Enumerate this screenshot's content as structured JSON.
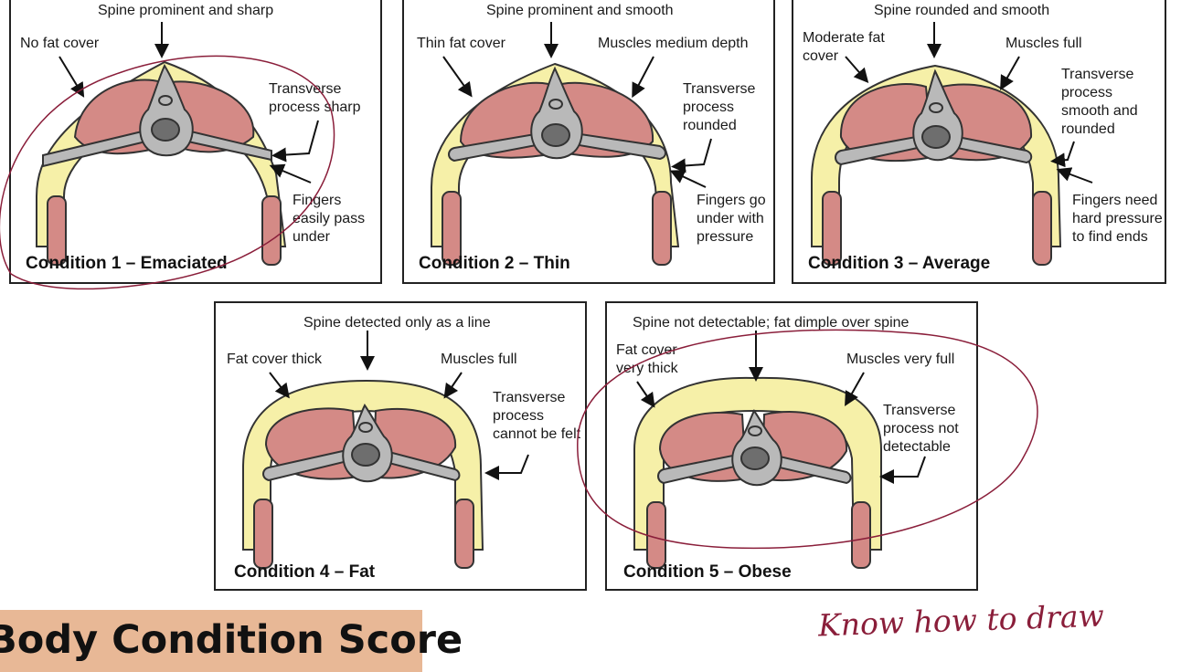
{
  "panels": [
    {
      "title": "Condition 1 – Emaciated",
      "spine_label": "Spine prominent and sharp",
      "left_label": "No fat cover",
      "right_label": "",
      "tp_label": "Transverse process sharp",
      "finger_label": "Fingers easily pass under"
    },
    {
      "title": "Condition 2 – Thin",
      "spine_label": "Spine prominent and smooth",
      "left_label": "Thin fat cover",
      "right_label": "Muscles medium depth",
      "tp_label": "Transverse process rounded",
      "finger_label": "Fingers go under with pressure"
    },
    {
      "title": "Condition 3 – Average",
      "spine_label": "Spine rounded and smooth",
      "left_label": "Moderate fat cover",
      "right_label": "Muscles full",
      "tp_label": "Transverse process smooth and rounded",
      "finger_label": "Fingers need hard pressure to find ends"
    },
    {
      "title": "Condition 4 – Fat",
      "spine_label": "Spine detected only as a line",
      "left_label": "Fat cover thick",
      "right_label": "Muscles full",
      "tp_label": "Transverse process cannot be felt",
      "finger_label": ""
    },
    {
      "title": "Condition 5 – Obese",
      "spine_label": "Spine not detectable; fat dimple over spine",
      "left_label": "Fat cover very thick",
      "right_label": "Muscles very full",
      "tp_label": "Transverse process not detectable",
      "finger_label": ""
    }
  ],
  "heading": "Body Condition Score",
  "handwritten_note": "Know how to draw",
  "colors": {
    "fat": "#f6f0a8",
    "muscle": "#d48a86",
    "bone": "#b9b9b9",
    "bone_dark": "#6e6e6e",
    "title_box": "#e8b896",
    "ink": "#8a1e3a"
  }
}
